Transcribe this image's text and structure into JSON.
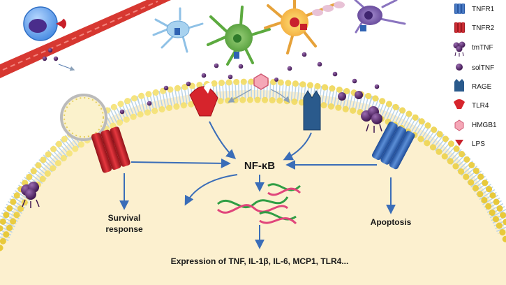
{
  "diagram": {
    "nodes": {
      "nfkb": "NF-κB",
      "survival_line1": "Survival",
      "survival_line2": "response",
      "apoptosis": "Apoptosis",
      "expression": "Expression of TNF, IL-1β, IL-6, MCP1, TLR4..."
    },
    "legend": [
      {
        "key": "tnfr1",
        "label": "TNFR1",
        "color": "#2f63b3"
      },
      {
        "key": "tnfr2",
        "label": "TNFR2",
        "color": "#c8202a"
      },
      {
        "key": "tmtnf",
        "label": "tmTNF",
        "color": "#5a2a6e"
      },
      {
        "key": "soltnf",
        "label": "solTNF",
        "color": "#5a2a6e"
      },
      {
        "key": "rage",
        "label": "RAGE",
        "color": "#2a5a8c"
      },
      {
        "key": "tlr4",
        "label": "TLR4",
        "color": "#d6242c"
      },
      {
        "key": "hmgb1",
        "label": "HMGB1",
        "color": "#f3a0b0"
      },
      {
        "key": "lps",
        "label": "LPS",
        "color": "#c8202a"
      }
    ]
  }
}
